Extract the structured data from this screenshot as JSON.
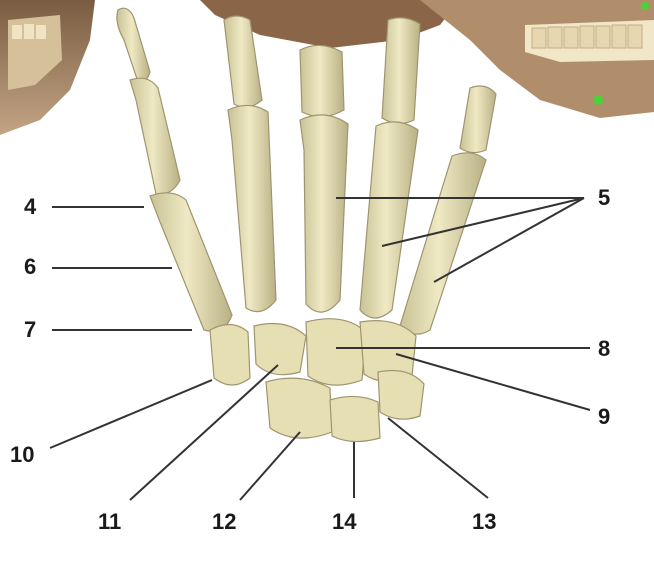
{
  "labels": {
    "l4": "4",
    "l5": "5",
    "l6": "6",
    "l7": "7",
    "l8": "8",
    "l9": "9",
    "l10": "10",
    "l11": "11",
    "l12": "12",
    "l13": "13",
    "l14": "14"
  },
  "colors": {
    "bone": "#e8e2b8",
    "bone_shadow": "#b8b084",
    "skull": "#a98968",
    "teeth": "#ede0bf",
    "leader_line": "#333333",
    "marker": "#4cd137"
  }
}
